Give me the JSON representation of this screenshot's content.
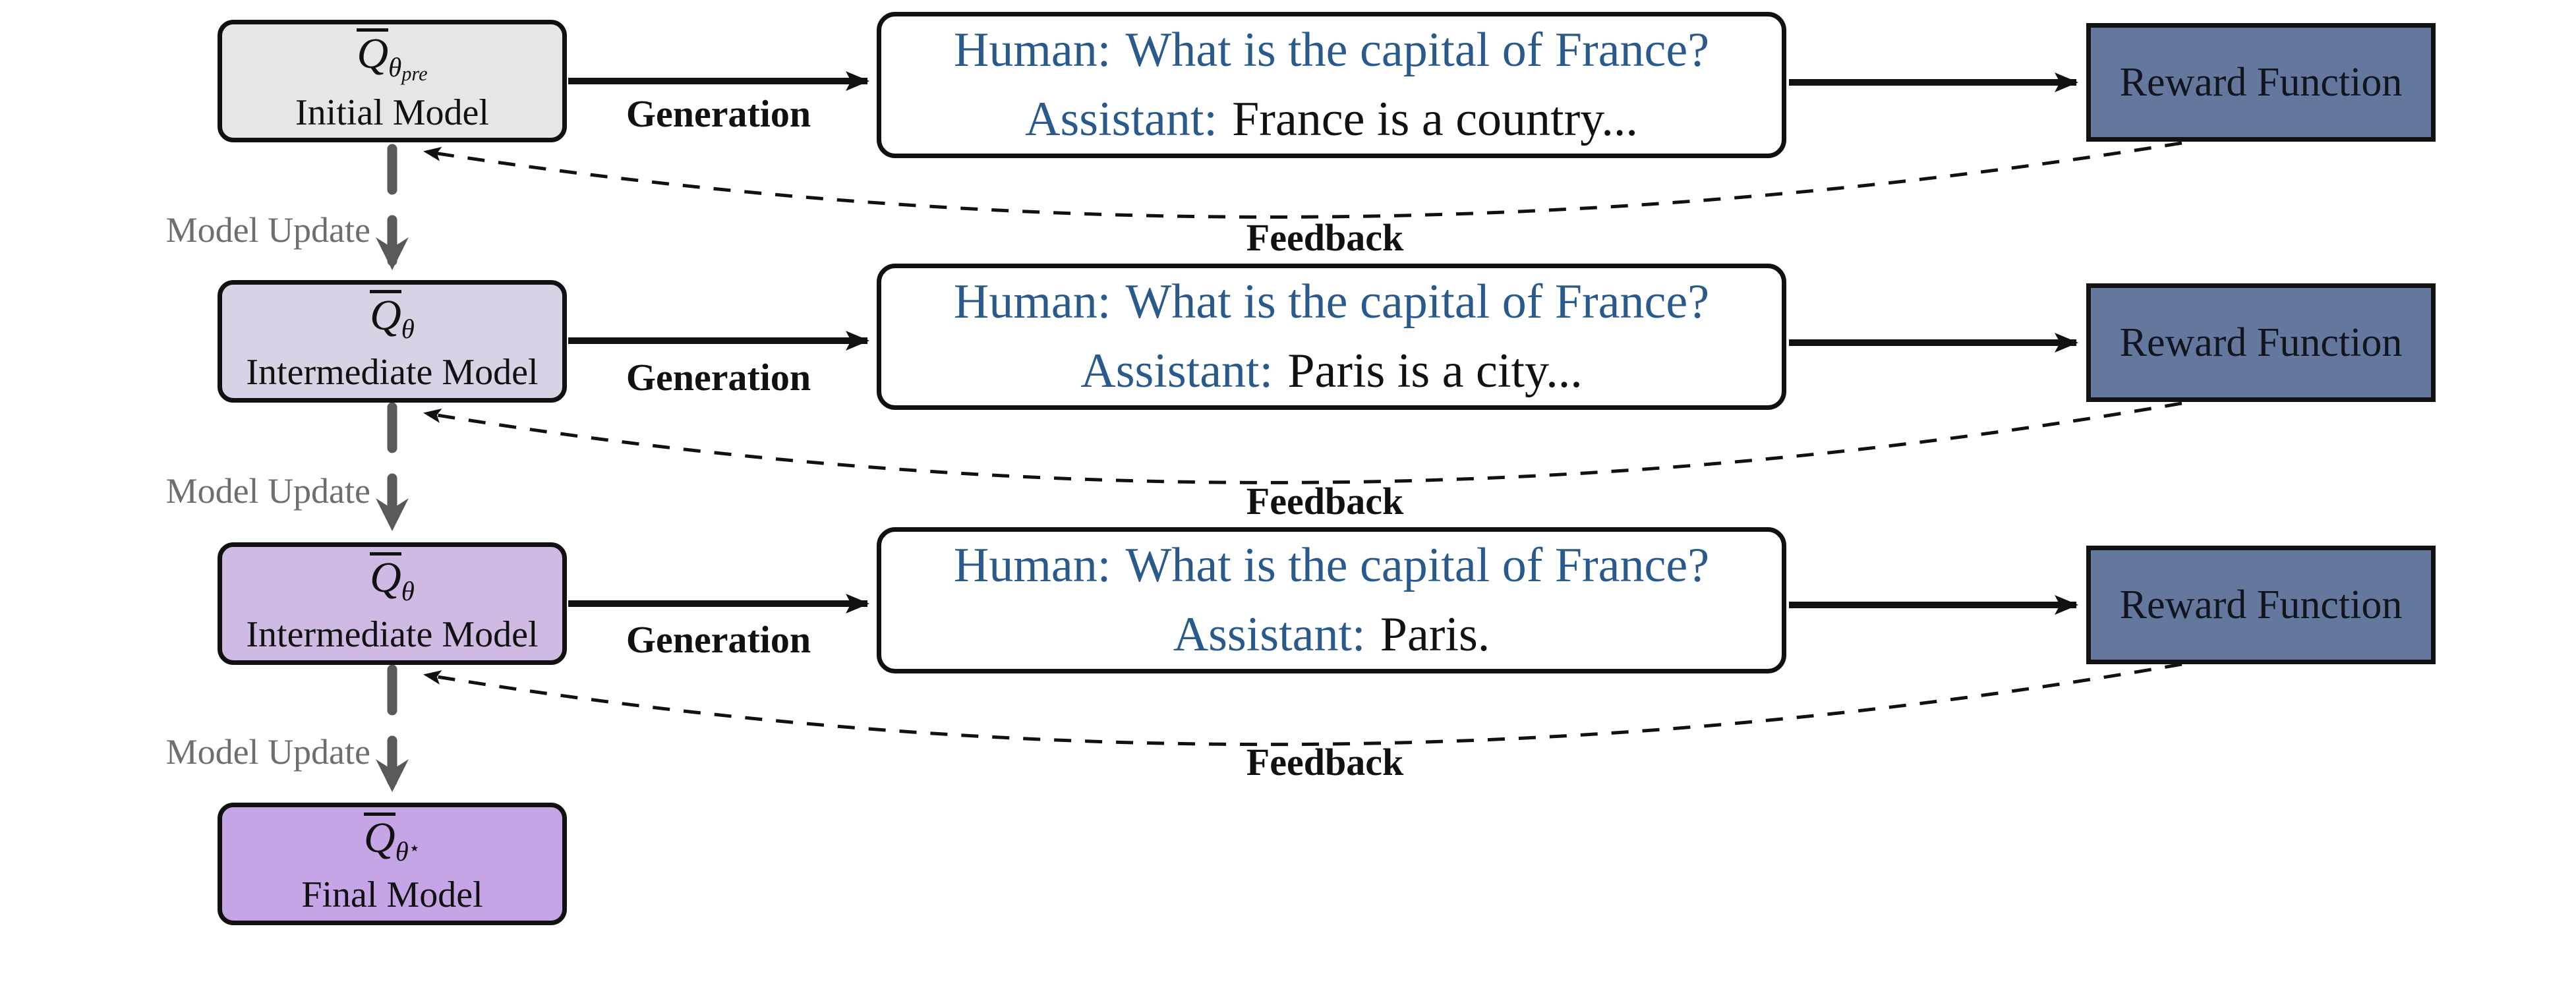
{
  "colors": {
    "model_fills": [
      "#e6e6e6",
      "#d9d2e4",
      "#cfbae4",
      "#c6a5e6"
    ],
    "reward_fill": "#64779d",
    "dialogue_blue": "#2a5a8c",
    "update_arrow_gray": "#595959",
    "update_label_gray": "#6e6e6e"
  },
  "models": [
    {
      "math": {
        "base": "Q",
        "sub": "θ",
        "subsub": "pre"
      },
      "label": "Initial Model"
    },
    {
      "math": {
        "base": "Q",
        "sub": "θ"
      },
      "label": "Intermediate Model"
    },
    {
      "math": {
        "base": "Q",
        "sub": "θ"
      },
      "label": "Intermediate Model"
    },
    {
      "math": {
        "base": "Q",
        "sub": "θ",
        "subsup": "⋆"
      },
      "label": "Final Model"
    }
  ],
  "dialogues": [
    {
      "human_label": "Human:",
      "human_text": "What is the capital of France?",
      "assistant_label": "Assistant:",
      "assistant_text": "France is a country..."
    },
    {
      "human_label": "Human:",
      "human_text": "What is the capital of France?",
      "assistant_label": "Assistant:",
      "assistant_text": "Paris is a city..."
    },
    {
      "human_label": "Human:",
      "human_text": "What is the capital of France?",
      "assistant_label": "Assistant:",
      "assistant_text": "Paris."
    }
  ],
  "reward_label": "Reward Function",
  "edge_labels": {
    "generation": "Generation",
    "feedback": "Feedback",
    "model_update": "Model Update"
  }
}
